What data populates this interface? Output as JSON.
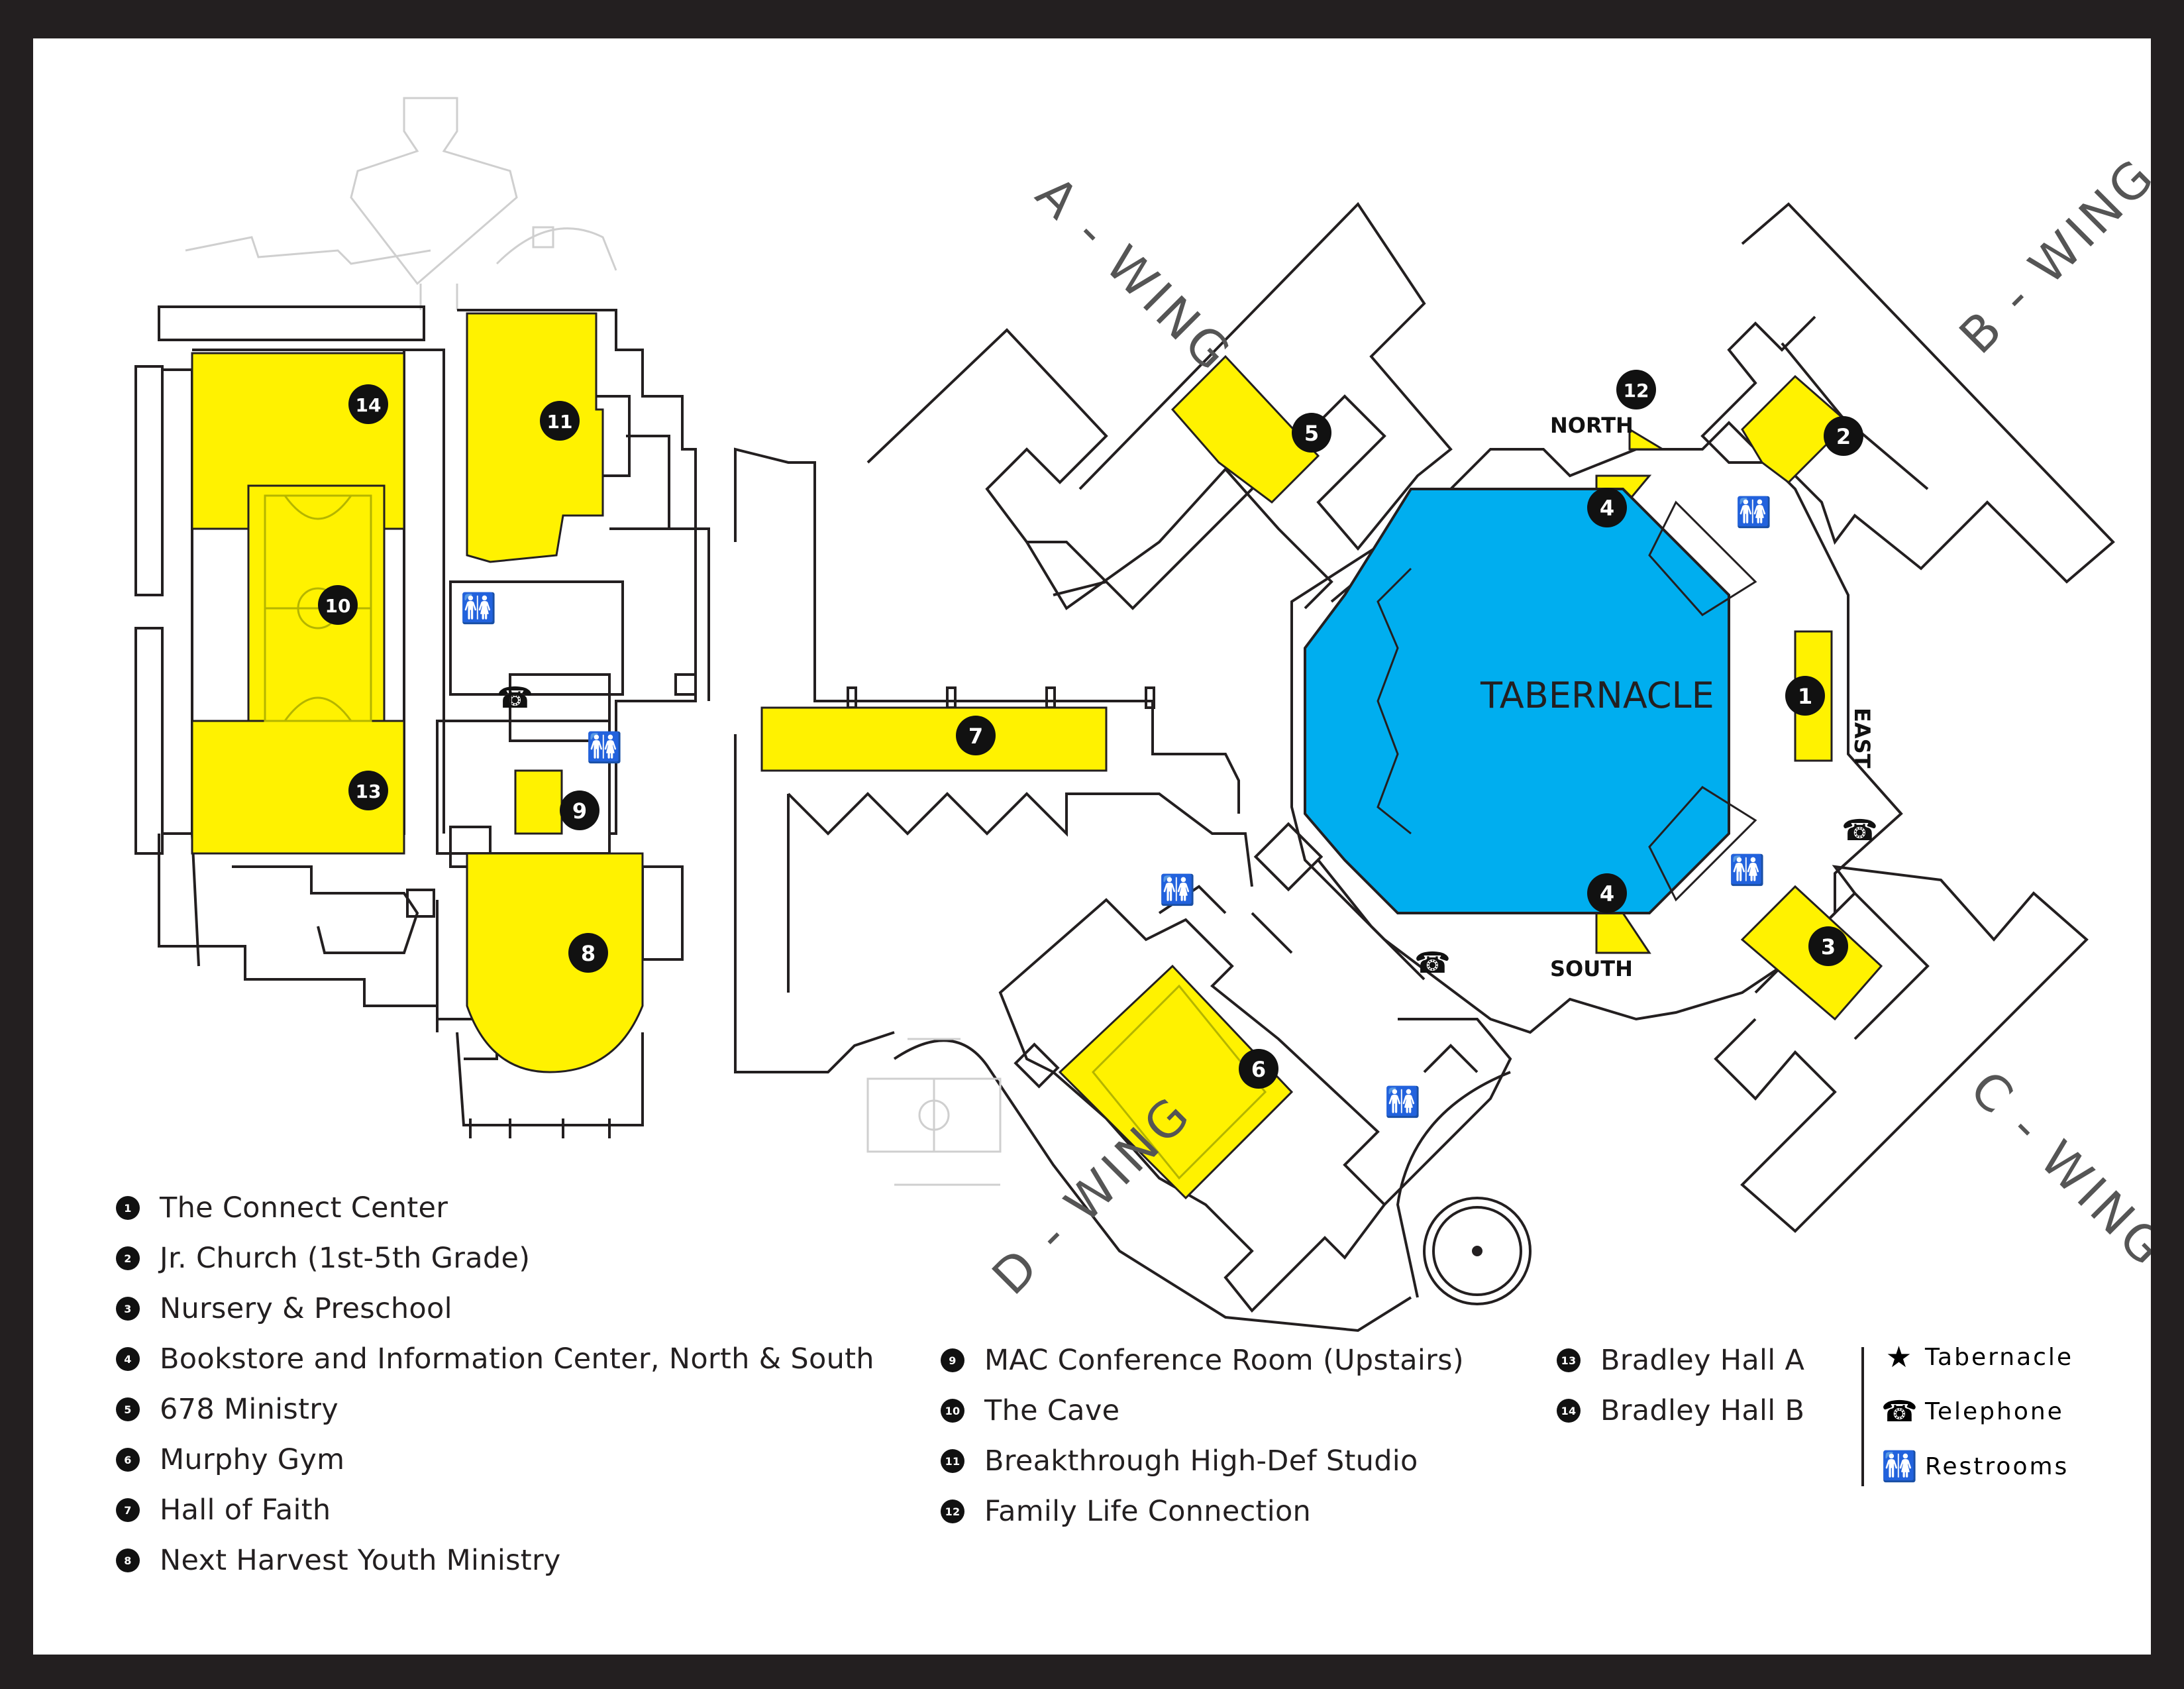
{
  "colors": {
    "room_highlight": "#fff200",
    "tabernacle": "#00aeef",
    "frame": "#231f20",
    "lines": "#231f20"
  },
  "map": {
    "wings": {
      "a": "A - WING",
      "b": "B - WING",
      "c": "C - WING",
      "d": "D - WING"
    },
    "tabernacle_label": "TABERNACLE",
    "directions": {
      "north": "NORTH",
      "east": "EAST",
      "south": "SOUTH"
    },
    "markers": [
      "1",
      "2",
      "3",
      "4",
      "4",
      "5",
      "6",
      "7",
      "8",
      "9",
      "10",
      "11",
      "12",
      "13",
      "14"
    ]
  },
  "legend": {
    "column1": [
      {
        "num": "1",
        "label": "The Connect Center"
      },
      {
        "num": "2",
        "label": "Jr. Church (1st-5th Grade)"
      },
      {
        "num": "3",
        "label": "Nursery & Preschool"
      },
      {
        "num": "4",
        "label": "Bookstore and Information Center, North & South"
      },
      {
        "num": "5",
        "label": "678 Ministry"
      },
      {
        "num": "6",
        "label": "Murphy Gym"
      },
      {
        "num": "7",
        "label": "Hall of Faith"
      },
      {
        "num": "8",
        "label": "Next Harvest Youth Ministry"
      }
    ],
    "column2": [
      {
        "num": "9",
        "label": "MAC Conference Room (Upstairs)"
      },
      {
        "num": "10",
        "label": "The Cave"
      },
      {
        "num": "11",
        "label": "Breakthrough High-Def Studio"
      },
      {
        "num": "12",
        "label": "Family Life Connection"
      }
    ],
    "column3": [
      {
        "num": "13",
        "label": "Bradley Hall A"
      },
      {
        "num": "14",
        "label": "Bradley Hall B"
      }
    ]
  },
  "key": [
    {
      "icon": "star-icon",
      "glyph": "★",
      "label": "Tabernacle"
    },
    {
      "icon": "telephone-icon",
      "glyph": "☎",
      "label": "Telephone"
    },
    {
      "icon": "restrooms-icon",
      "glyph": "🚻",
      "label": "Restrooms"
    }
  ]
}
